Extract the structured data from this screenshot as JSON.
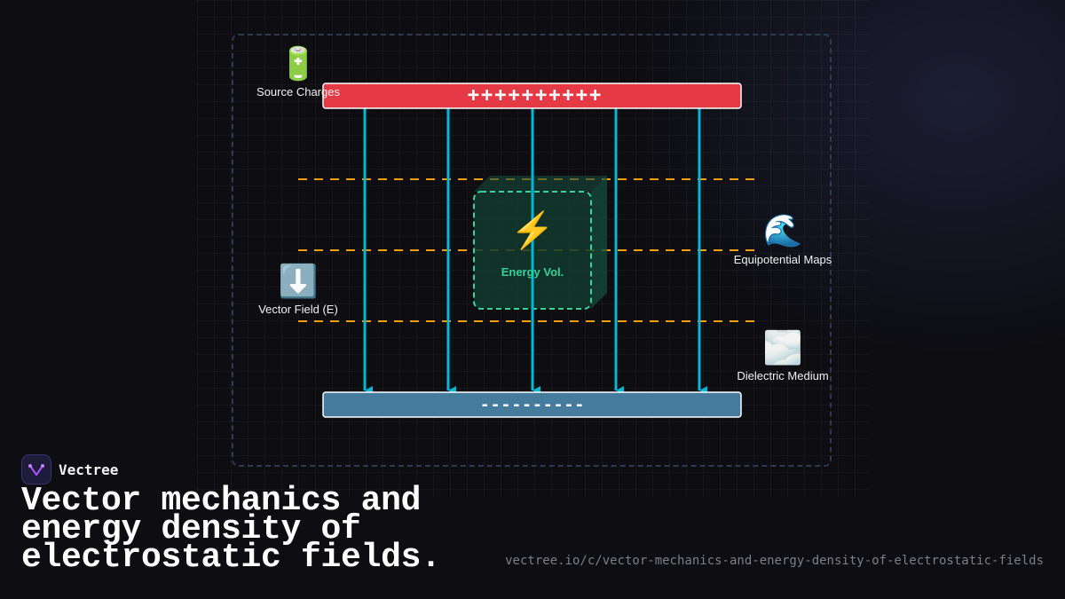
{
  "brand": {
    "name": "Vectree",
    "logo_icon": "vectree-logo-icon"
  },
  "headline": "Vector mechanics and energy density of electrostatic fields.",
  "url": "vectree.io/c/vector-mechanics-and-energy-density-of-electrostatic-fields",
  "diagram": {
    "top_plate_text": "++++++++++",
    "bottom_plate_text": "----------",
    "energy_label": "Energy Vol.",
    "energy_icon": "lightning-icon",
    "labels": {
      "source_charges": "Source Charges",
      "vector_field": "Vector Field (E)",
      "equipotential": "Equipotential Maps",
      "dielectric": "Dielectric Medium"
    },
    "icons": {
      "source_charges": "battery-icon",
      "vector_field": "down-arrow-icon",
      "equipotential": "wave-icon",
      "dielectric": "fog-icon"
    },
    "colors": {
      "top_plate": "#e63946",
      "bottom_plate": "#457b9d",
      "field_lines": "#06b6d4",
      "equipotential_lines": "#f59e0b",
      "energy_volume": "#34d399",
      "frame": "#2e3a52"
    },
    "field_line_count": 5,
    "equipotential_line_count": 3
  }
}
